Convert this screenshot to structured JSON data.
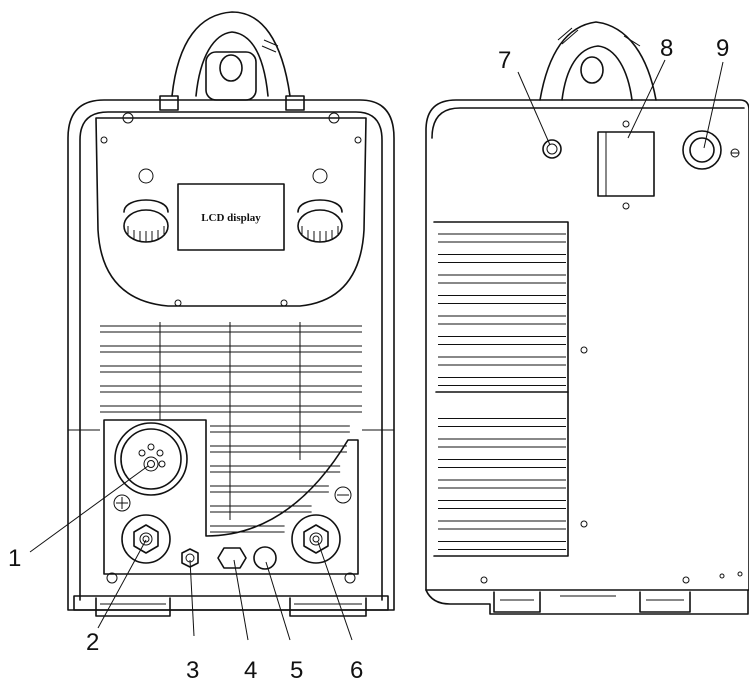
{
  "lcd_label": "LCD display",
  "callouts": [
    "1",
    "2",
    "3",
    "4",
    "5",
    "6",
    "7",
    "8",
    "9"
  ],
  "polarity": {
    "positive": "+",
    "negative": "−"
  }
}
